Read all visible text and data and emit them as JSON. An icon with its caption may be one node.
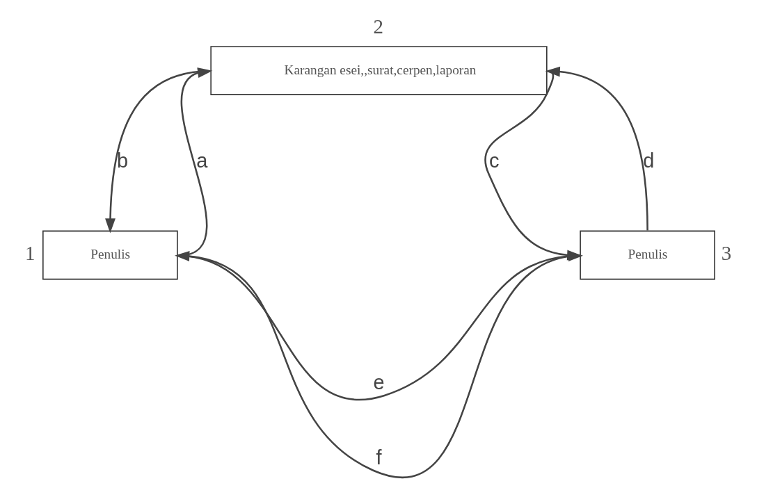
{
  "diagram": {
    "nodes": [
      {
        "text": [
          "Karangan esei,,surat,cerpen,laporan"
        ],
        "beside": [
          "2"
        ]
      },
      {
        "text": [
          "Penulis"
        ],
        "beside": [
          "1"
        ]
      },
      {
        "text": [
          "Penulis"
        ],
        "beside": [
          "3"
        ]
      }
    ],
    "edges": [
      {
        "from": 1,
        "to": 0,
        "arrow": "to",
        "label": "a"
      },
      {
        "from": 0,
        "to": 1,
        "arrow": "to",
        "label": "b"
      },
      {
        "from": 0,
        "to": 2,
        "arrow": "to",
        "label": "c"
      },
      {
        "from": 2,
        "to": 0,
        "arrow": "to",
        "label": "d"
      },
      {
        "from": 1,
        "to": 2,
        "arrow": "to",
        "label": "e"
      },
      {
        "from": 2,
        "to": 1,
        "arrow": "to",
        "label": "f"
      }
    ]
  }
}
